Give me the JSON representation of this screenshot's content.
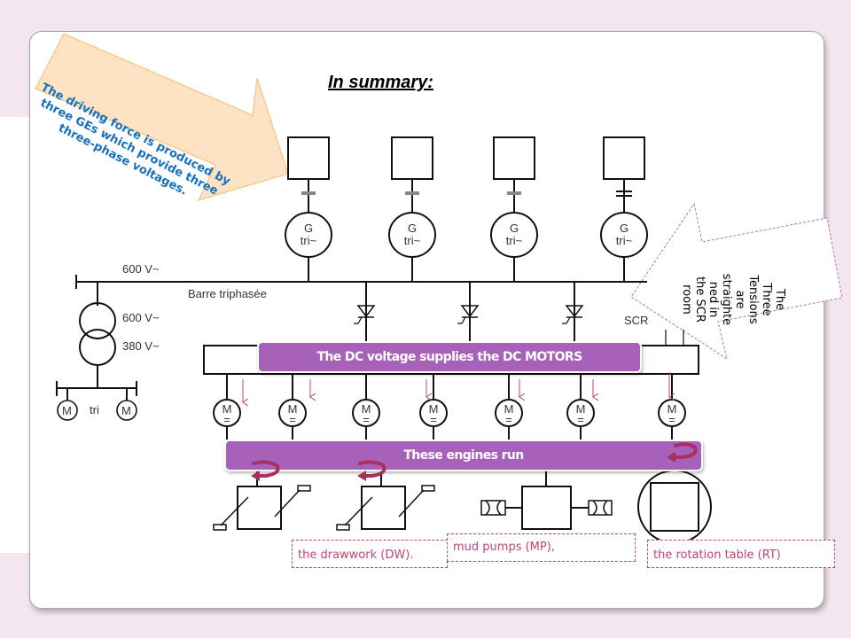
{
  "slide": {
    "title": "In summary:",
    "callouts": {
      "generators": "The driving force is produced by three GEs which provide three three-phase voltages.",
      "scr_lines": [
        "The",
        "Three",
        "Tensions",
        "are",
        "straighte",
        "ned in",
        "the SCR",
        "room"
      ]
    },
    "banners": {
      "dc_supply": "The DC voltage supplies the DC MOTORS",
      "engines_run": "These engines run"
    },
    "captions": {
      "drawwork": "the drawwork (DW).",
      "mud_pumps": "mud pumps (MP),",
      "rotation_table": "the rotation table (RT)"
    },
    "diagram_labels": {
      "bus_voltage": "600 V~",
      "bus_name": "Barre triphasée",
      "transformer_primary": "600 V~",
      "transformer_secondary": "380 V~",
      "generator_symbol": "G",
      "generator_type": "tri~",
      "motor_symbol": "M",
      "motor_dc": "=",
      "aux_motor_label": "tri",
      "scr_label": "SCR"
    },
    "colors": {
      "background": "#f3e6ee",
      "banner": "#a861b8",
      "caption": "#c0437a",
      "arrow_orange_fill": "#fde2c4",
      "arrow_orange_border": "#f0b050",
      "callout_text_blue": "#1570c0",
      "dashed_purple": "#b070d0",
      "rotation_arrow": "#a8305e"
    }
  }
}
